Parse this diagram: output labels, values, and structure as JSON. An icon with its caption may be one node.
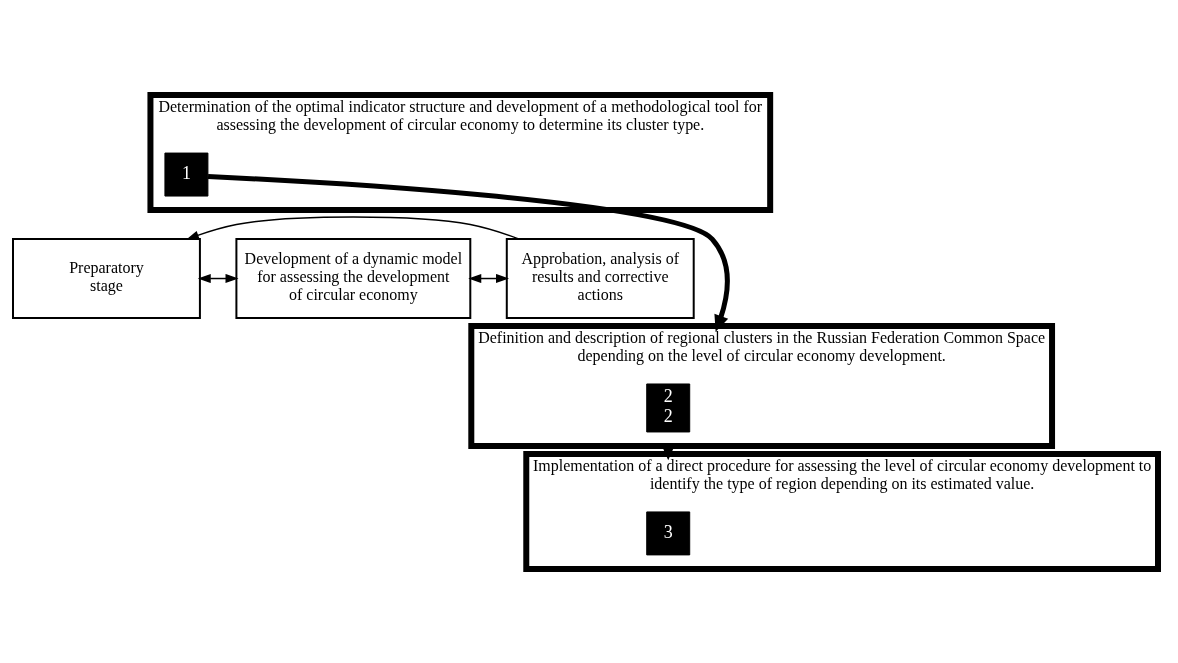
{
  "diagram": {
    "nodes": [
      {
        "text": [
          "Determination of the optimal indicator structure and development of a methodological tool for assessing the development of circular economy to determine its cluster type."
        ]
      },
      {
        "text": [
          "1"
        ],
        "in": 0
      },
      {
        "text": [
          "Preparatory stage"
        ]
      },
      {
        "text": [
          "Development of a dynamic model for assessing the development of circular economy"
        ]
      },
      {
        "text": [
          "Approbation, analysis of results and corrective actions"
        ]
      },
      {
        "text": [
          "Definition and description of regional clusters in the Russian Federation Common Space depending on the level of circular economy development."
        ]
      },
      {
        "text": [
          "2 2"
        ],
        "in": 5
      },
      {
        "text": [
          "Implementation of a direct procedure for assessing the level of circular economy development to identify the type of region depending on its estimated value."
        ]
      },
      {
        "text": [
          "3"
        ],
        "in": 7
      }
    ],
    "edges": [
      {
        "from": 1,
        "to": 5,
        "arrow": "to",
        "style": "thick"
      },
      {
        "from": 2,
        "to": 3,
        "arrow": "both"
      },
      {
        "from": 3,
        "to": 4,
        "arrow": "both"
      },
      {
        "from": 4,
        "to": 2,
        "arrow": "to"
      },
      {
        "from": 5,
        "to": 7,
        "arrow": "to",
        "style": "thick"
      }
    ]
  }
}
